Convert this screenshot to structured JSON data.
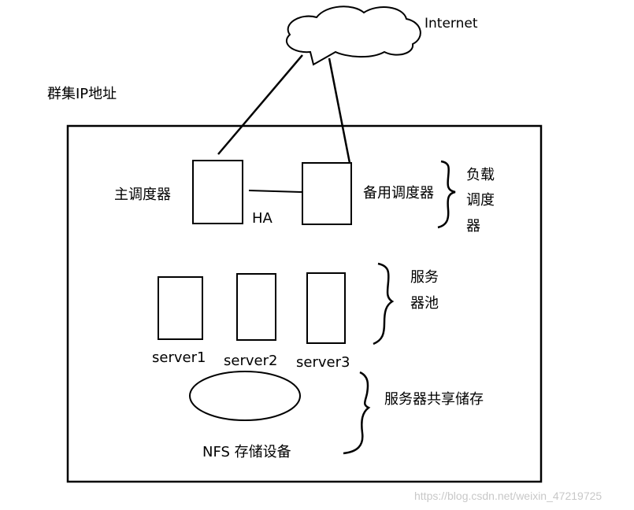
{
  "internet": "Internet",
  "cluster_ip": "群集IP地址",
  "primary_scheduler": "主调度器",
  "ha": "HA",
  "backup_scheduler": "备用调度器",
  "load_balancer_label": [
    "负载",
    "调度",
    "器"
  ],
  "server_pool_label": [
    "服务",
    "器池"
  ],
  "servers": [
    "server1",
    "server2",
    "server3"
  ],
  "shared_storage_label": "服务器共享储存",
  "nfs_storage": "NFS 存储设备",
  "watermark": "https://blog.csdn.net/weixin_47219725"
}
